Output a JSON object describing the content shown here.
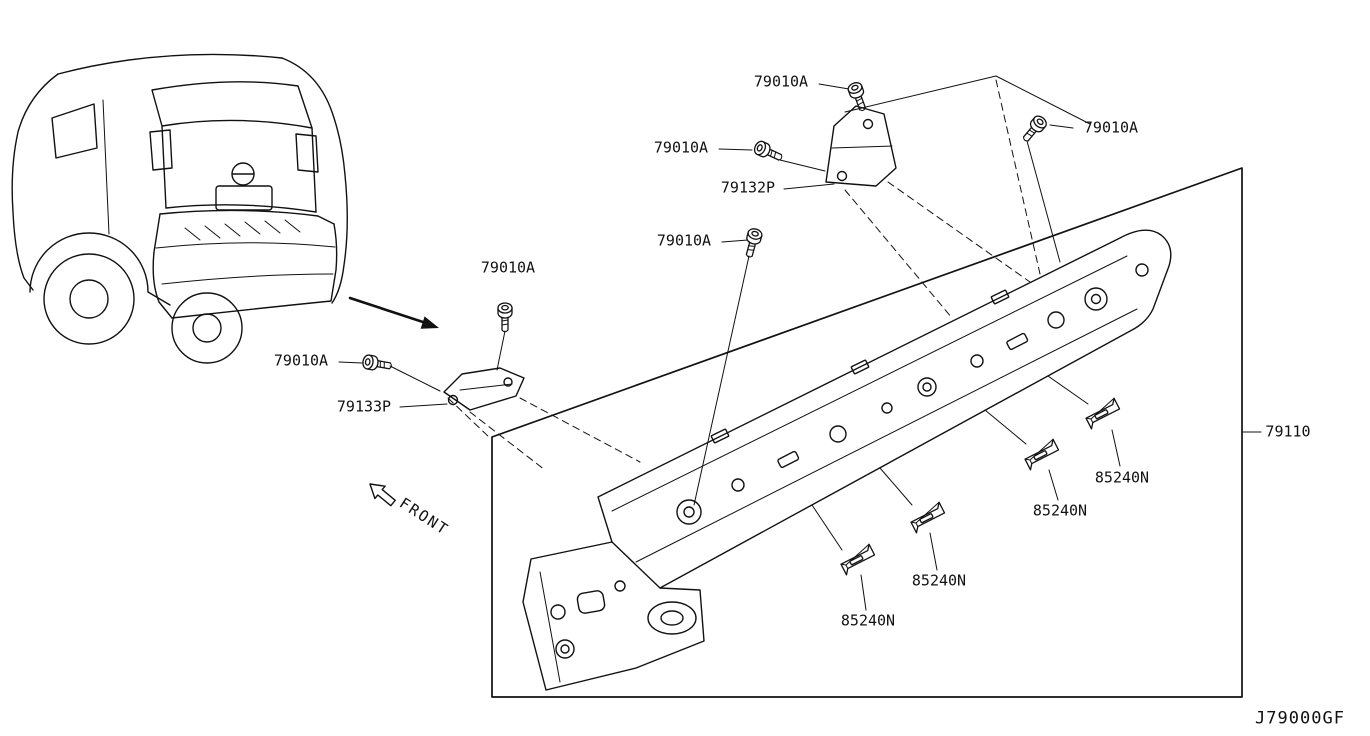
{
  "diagram": {
    "code": "J79000GF",
    "front_marker": "FRONT"
  },
  "parts": {
    "bolt": {
      "number": "79010A",
      "occurrences": 6
    },
    "bracket_upper": {
      "number": "79132P",
      "occurrences": 1
    },
    "bracket_side": {
      "number": "79133P",
      "occurrences": 1
    },
    "clip": {
      "number": "85240N",
      "occurrences": 4
    },
    "rear_upper_panel": {
      "number": "79110",
      "occurrences": 1
    }
  }
}
